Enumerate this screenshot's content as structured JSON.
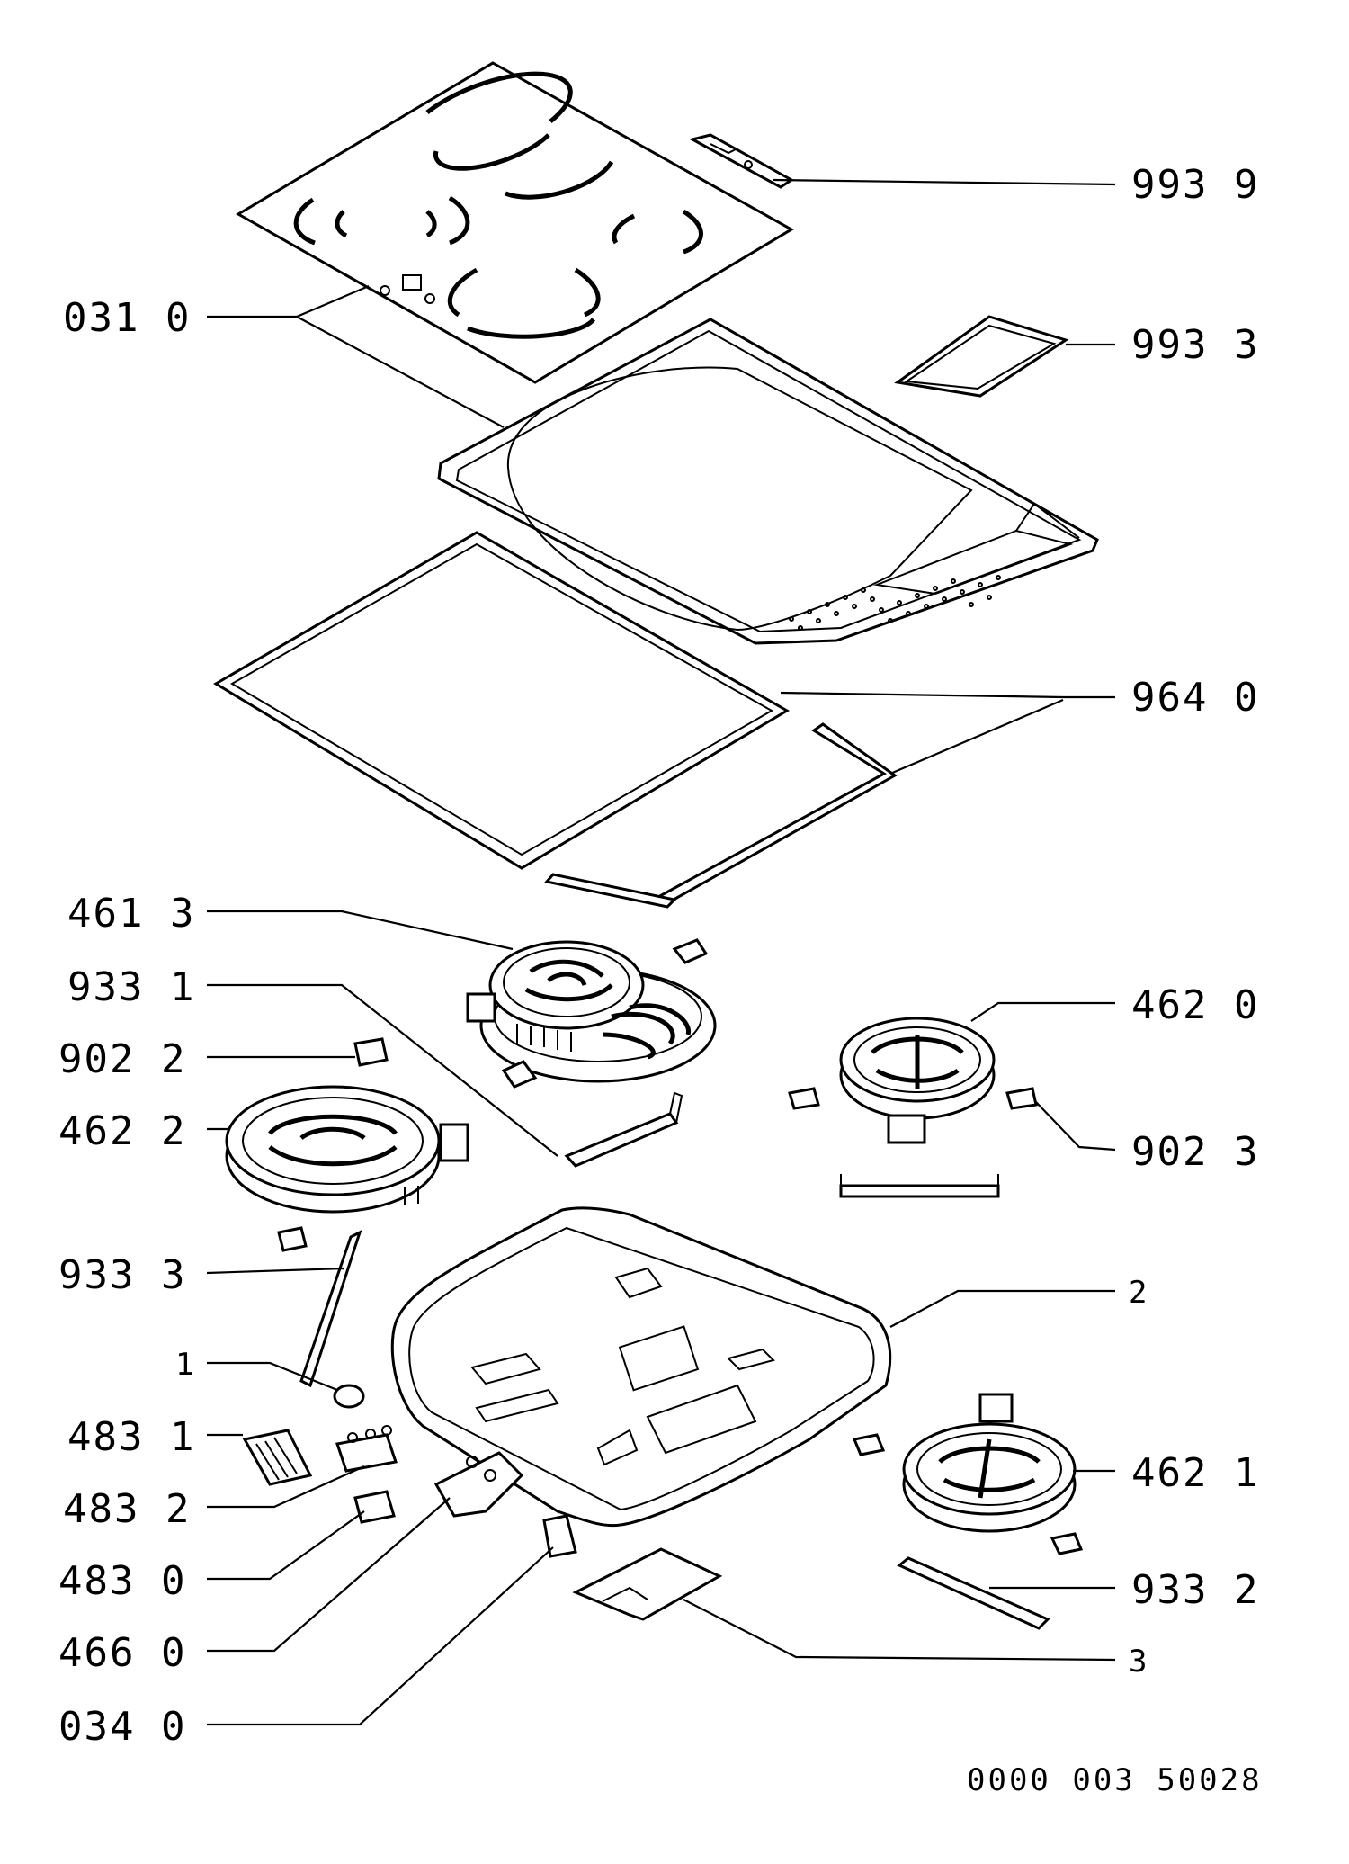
{
  "labels": {
    "p9939": "993 9",
    "p0310": "031 0",
    "p9933": "993 3",
    "p9640": "964 0",
    "p4613": "461 3",
    "p9331": "933 1",
    "p4620": "462 0",
    "p9022": "902 2",
    "p4622": "462 2",
    "p9023": "902 3",
    "p9333": "933 3",
    "p2": "2",
    "p1": "1",
    "p4831": "483 1",
    "p4832": "483 2",
    "p4621": "462 1",
    "p4830": "483 0",
    "p9332": "933 2",
    "p4660": "466 0",
    "p3": "3",
    "p0340": "034 0"
  },
  "drawing_code": "0000 003 50028"
}
